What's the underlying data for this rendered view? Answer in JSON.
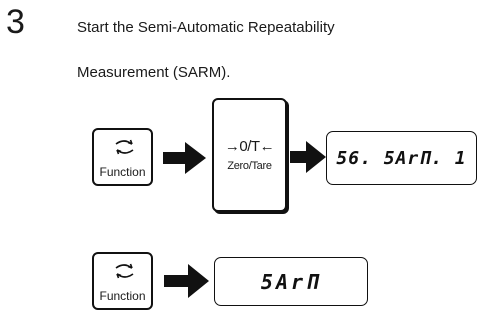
{
  "step": {
    "number": "3",
    "instruction_line1": "Start the Semi-Automatic Repeatability",
    "instruction_line2": "Measurement (SARM)."
  },
  "sequence_1": {
    "function_key": {
      "icon": "cycle-arrows-icon",
      "label": "Function"
    },
    "zero_tare_key": {
      "symbol": "→0/T←",
      "label": "Zero/Tare"
    },
    "display_text": "56. 5ArΠ. 1"
  },
  "sequence_2": {
    "function_key": {
      "icon": "cycle-arrows-icon",
      "label": "Function"
    },
    "display_text": "5ArΠ"
  },
  "colors": {
    "ink": "#111111",
    "background": "#ffffff"
  }
}
